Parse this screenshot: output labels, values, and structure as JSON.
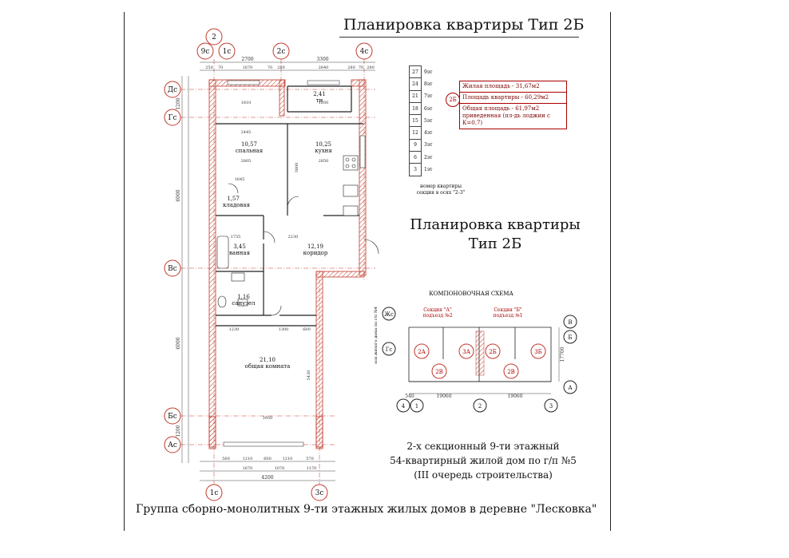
{
  "title_top": "Планировка квартиры Тип 2Б",
  "big_title": [
    "Планировка квартиры",
    "Тип 2Б"
  ],
  "footer": "Группа сборно-монолитных 9-ти этажных жилых домов в деревне \"Лесковка\"",
  "description": [
    "2-х секционный 9-ти этажный",
    "54-квартирный жилой дом по г/п №5",
    "(III очередь строительства)"
  ],
  "floors": [
    {
      "num": "27",
      "label": "9эт"
    },
    {
      "num": "24",
      "label": "8эт"
    },
    {
      "num": "21",
      "label": "7эт"
    },
    {
      "num": "18",
      "label": "6эт"
    },
    {
      "num": "15",
      "label": "5эт"
    },
    {
      "num": "12",
      "label": "4эт"
    },
    {
      "num": "9",
      "label": "3эт"
    },
    {
      "num": "6",
      "label": "2эт"
    },
    {
      "num": "3",
      "label": "1эт"
    }
  ],
  "floor_note": [
    "номер квартиры",
    "секция в осях \"2-3\""
  ],
  "area_info": {
    "tag": "2Б",
    "living": "Жилая площадь - 31,67м2",
    "apartment": "Площадь квартиры - 60,29м2",
    "total": "Общая площадь - 61,97м2 приведенная (пл-дь лоджии с К=0.7)"
  },
  "rooms": [
    {
      "area": "2,41",
      "name": "тн"
    },
    {
      "area": "10,57",
      "name": "спальная"
    },
    {
      "area": "10,25",
      "name": "кухня"
    },
    {
      "area": "1,57",
      "name": "кладовая"
    },
    {
      "area": "3,45",
      "name": "ванная"
    },
    {
      "area": "12,19",
      "name": "коридор"
    },
    {
      "area": "1,16",
      "name": "санузел"
    },
    {
      "area": "21,10",
      "name": "общая комната"
    }
  ],
  "axes": {
    "top": [
      "9с",
      "1с",
      "2с",
      "4с"
    ],
    "top_extra": "2",
    "bottom": [
      "1с",
      "3с"
    ],
    "left": [
      "Дс",
      "Гс",
      "Вс",
      "Бс",
      "Ас"
    ]
  },
  "dimensions": {
    "top_total": [
      "2700",
      "3300"
    ],
    "bottom_total": "4200",
    "left_big": [
      "6000",
      "6000"
    ],
    "left_small": [
      "1200",
      "1200"
    ],
    "top_detail": [
      "250",
      "70",
      "1670",
      "70",
      "280",
      "2640",
      "280",
      "70",
      "280"
    ],
    "inner": [
      "1810",
      "1200",
      "2445",
      "2805",
      "2850",
      "1645",
      "1755",
      "2230",
      "1230",
      "1300",
      "600",
      "3950",
      "5430",
      "3800"
    ],
    "bottom_detail": [
      "560",
      "1210",
      "600",
      "1210",
      "570",
      "1670",
      "1070",
      "1170"
    ]
  },
  "scheme": {
    "title": "КОМПОНОВОЧНАЯ СХЕМА",
    "section_a": [
      "Секция \"А\"",
      "подъезд №2"
    ],
    "section_b": [
      "Секция \"Б\"",
      "подъезд №1"
    ],
    "flats": [
      "2А",
      "3А",
      "2Б",
      "3Б",
      "2В",
      "2В"
    ],
    "axes_left": [
      "Жс",
      "Гс"
    ],
    "axes_right": [
      "В",
      "Б",
      "А"
    ],
    "axes_bottom": [
      "4",
      "1",
      "2",
      "3"
    ],
    "dims": [
      "19060",
      "19060",
      "540",
      "17700"
    ],
    "vertical_note": "оси жилого дома по г/п №4"
  }
}
